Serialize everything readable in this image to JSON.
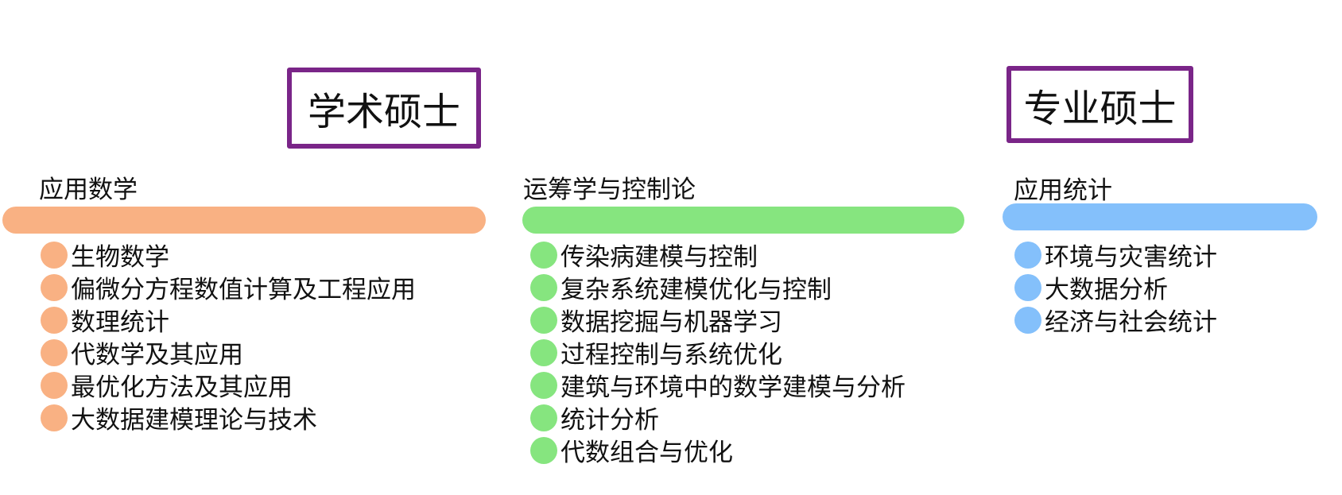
{
  "degrees": {
    "academic": "学术硕士",
    "professional": "专业硕士"
  },
  "colors": {
    "border": "#7A2588",
    "orange": "#F9B183",
    "green": "#86E57F",
    "blue": "#84C0FB"
  },
  "columns": [
    {
      "title": "应用数学",
      "items": [
        "生物数学",
        "偏微分方程数值计算及工程应用",
        "数理统计",
        "代数学及其应用",
        "最优化方法及其应用",
        "大数据建模理论与技术"
      ]
    },
    {
      "title": "运筹学与控制论",
      "items": [
        "传染病建模与控制",
        "复杂系统建模优化与控制",
        "数据挖掘与机器学习",
        "过程控制与系统优化",
        "建筑与环境中的数学建模与分析",
        "统计分析",
        "代数组合与优化"
      ]
    },
    {
      "title": "应用统计",
      "items": [
        "环境与灾害统计",
        "大数据分析",
        "经济与社会统计"
      ]
    }
  ]
}
